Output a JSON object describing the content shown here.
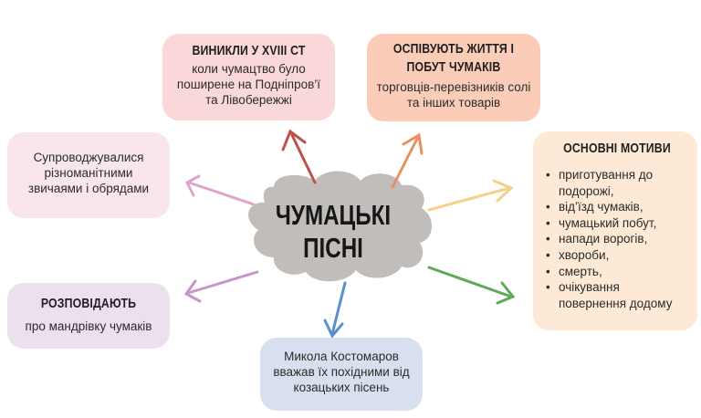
{
  "center": {
    "line1": "ЧУМАЦЬКІ",
    "line2": "ПІСНІ"
  },
  "origin": {
    "title": "ВИНИКЛИ У XVIII СТ",
    "text": "коли чумацтво було поширене на Подніпров’ї та Лівобережжі"
  },
  "life": {
    "title_line1": "ОСПІВУЮТЬ ЖИТТЯ І",
    "title_line2": "ПОБУТ ЧУМАКІВ",
    "text": "торговців-перевізників солі та інших товарів"
  },
  "customs": {
    "text": "Супроводжувалися різноманітними звичаями і обрядами"
  },
  "tell": {
    "title": "РОЗПОВІДАЮТЬ",
    "text": "про мандрівку чумаків"
  },
  "kostomarov": {
    "text": "Микола Костомаров вважав їх похідними від козацьких пісень"
  },
  "motifs": {
    "title": "ОСНОВНІ МОТИВИ",
    "items": [
      "приготування до подорожі,",
      "від’їзд чумаків,",
      "чумацький побут,",
      "напади ворогів,",
      "хвороби,",
      "смерть,",
      " очікування повернення додому"
    ]
  },
  "colors": {
    "origin_bg": "#fad7d8",
    "life_bg": "#fbcdb8",
    "customs_bg": "#f9e5ec",
    "tell_bg": "#ece0ee",
    "kostomarov_bg": "#d8e0ef",
    "motifs_bg": "#fde9d6",
    "cloud": "#c1bdba",
    "arrow_red": "#c0504d",
    "arrow_orange": "#e8915f",
    "arrow_yellow": "#f5d08a",
    "arrow_pink": "#dfa4cd",
    "arrow_purple": "#c596c9",
    "arrow_blue": "#5b8fd0",
    "arrow_green": "#62a85a"
  }
}
